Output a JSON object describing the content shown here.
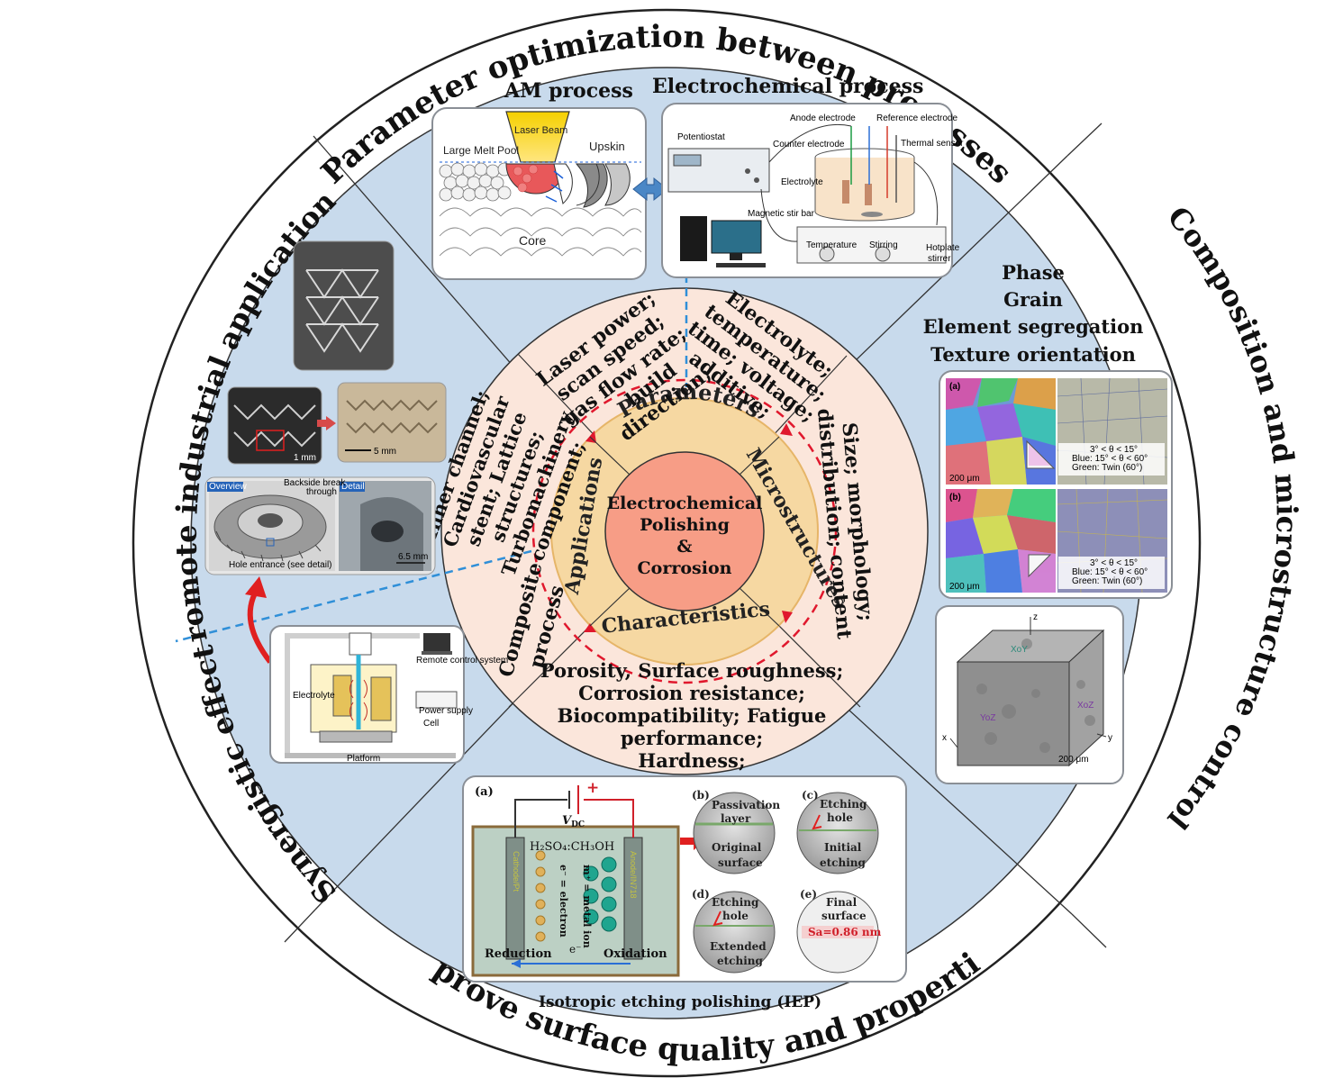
{
  "outer_ring": {
    "top": "Parameter optimization between processes",
    "right": "Composition and microstructure control",
    "bottom": "Improve surface quality and properties",
    "left_upper": "Promote industrial applications",
    "left_lower": "Synergistic effect"
  },
  "center": {
    "line1": "Electrochemical",
    "line2": "Polishing",
    "line3": "&",
    "line4": "Corrosion"
  },
  "inner_ring": {
    "top": "Parameters",
    "right": "Microstructures",
    "bottom": "Characteristics",
    "left": "Applications"
  },
  "mid_ring": {
    "am_params": [
      "Laser power;",
      "scan speed;",
      "gas flow rate;",
      "build",
      "direction;"
    ],
    "ec_params": [
      "Electrolyte;",
      "temperature;",
      "time; voltage;",
      "additive;"
    ],
    "microstructure": [
      "Size; morphology;",
      "distribution; content"
    ],
    "characteristics": [
      "Porosity, Surface roughness;",
      "Corrosion resistance;",
      "Biocompatibility; Fatigue",
      "performance;",
      "Hardness;"
    ],
    "composite": [
      "Composite",
      "process"
    ],
    "applications": [
      "Inner channel;",
      "Cardiovascular",
      "stent; Lattice",
      "structures;",
      "Turbomachinery",
      "component;"
    ]
  },
  "am_panel": {
    "title": "AM process",
    "laser": "Laser Beam",
    "melt_pool": "Large Melt Pool",
    "upskin": "Upskin",
    "core": "Core"
  },
  "ec_panel": {
    "title": "Electrochemical process",
    "labels": [
      "Potentiostat",
      "Anode electrode",
      "Reference electrode",
      "Counter electrode",
      "Thermal sensor",
      "Electrolyte",
      "Magnetic stir bar",
      "Temperature",
      "Stirring",
      "Hotplate",
      "stirrer"
    ]
  },
  "micro_panel": {
    "list": [
      "Phase",
      "Grain",
      "Element segregation",
      "Texture orientation"
    ],
    "ebsd_a": "(a)",
    "ebsd_b": "(b)",
    "ebsd_legend_a": [
      "3° < θ < 15°",
      "Blue: 15° < θ < 60°",
      "Green: Twin (60°)"
    ],
    "ebsd_legend_b": [
      "3° < θ < 15°",
      "Blue: 15° < θ < 60°",
      "Green: Twin (60°)"
    ],
    "scale_a": "200 μm",
    "scale_b": "200 μm",
    "cube_z": "z",
    "cube_x": "x",
    "cube_y": "y",
    "cube_xoy": "XoY",
    "cube_yoz": "YoZ",
    "cube_xoz": "XoZ",
    "cube_scale": "200 μm"
  },
  "iep_panel": {
    "caption": "Isotropic etching polishing (IEP)",
    "label_a": "(a)",
    "vdc": "V",
    "vdc_sub": "DC",
    "electrolyte": "H₂SO₄:CH₃OH",
    "cathode": "Cathode/Pt",
    "anode": "Anode/IN718",
    "electron_def": "e⁻ = electron",
    "metal_def": "m⁺ = metal ion",
    "reduction": "Reduction",
    "oxidation": "Oxidation",
    "e_arrow": "e⁻",
    "ion": "m⁺",
    "b": "(b)",
    "b_top": "Passivation",
    "b_top2": "layer",
    "b_bot": "Original",
    "b_bot2": "surface",
    "c": "(c)",
    "c_top": "Etching",
    "c_top2": "hole",
    "c_bot": "Initial",
    "c_bot2": "etching",
    "d": "(d)",
    "d_top": "Etching",
    "d_top2": "hole",
    "d_bot": "Extended",
    "d_bot2": "etching",
    "e": "(e)",
    "e_top": "Final",
    "e_top2": "surface",
    "e_sa": "Sa=0.86 nm"
  },
  "app_panel": {
    "overview": "Overview",
    "detail": "Detail",
    "backside": "Backside break",
    "backside2": "through",
    "hole": "Hole entrance (see detail)",
    "scale": "6.5 mm",
    "stent_scale": "5 mm",
    "stent_scale2": "1 mm"
  },
  "syn_panel": {
    "labels": [
      "Remote control system",
      "Electrolyte",
      "Power supply",
      "Cell",
      "Platform"
    ]
  },
  "colors": {
    "outer_ring": "#ffffff",
    "sector_fill": "#c6d8ea",
    "mid_ring": "#fbe5d9",
    "inner_band": "#f7d9a0",
    "center": "#f79d86",
    "dashed_red": "#e0182d",
    "dashed_blue": "#2f8fd8",
    "line": "#333333"
  }
}
